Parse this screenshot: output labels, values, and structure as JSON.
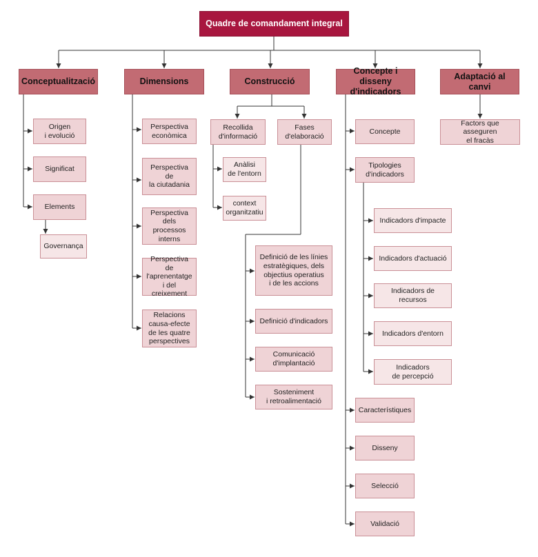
{
  "root": "Quadre de comandament integral",
  "columns": [
    {
      "title": "Conceptualització",
      "items": [
        "Origen\ni evolució",
        "Significat",
        "Elements"
      ],
      "subitem": "Governança"
    },
    {
      "title": "Dimensions",
      "items": [
        "Perspectiva\neconòmica",
        "Perspectiva de\nla ciutadania",
        "Perspectiva\ndels processos\ninterns",
        "Perspectiva de\nl'aprenentatge\ni del\ncreixement",
        "Relacions\ncausa-efecte\nde les quatre\nperspectives"
      ]
    },
    {
      "title": "Construcció",
      "branches": [
        {
          "label": "Recollida\nd'informació",
          "items": [
            "Anàlisi\nde l'entorn",
            "context\norganitzatiu"
          ]
        },
        {
          "label": "Fases\nd'elaboració",
          "items": [
            "Definició de les línies\nestratègiques, dels\nobjectius operatius\ni   de les accions",
            "Definició d'indicadors",
            "Comunicació\nd'implantació",
            "Sosteniment\ni retroalimentació"
          ]
        }
      ]
    },
    {
      "title": "Concepte i disseny\nd'indicadors",
      "items": [
        "Concepte",
        "Tipologies\nd'indicadors",
        "Característiques",
        "Disseny",
        "Selecció",
        "Validació"
      ],
      "typologies": [
        "Indicadors d'impacte",
        "Indicadors d'actuació",
        "Indicadors de recursos",
        "Indicadors d'entorn",
        "Indicadors\nde percepció"
      ]
    },
    {
      "title": "Adaptació al canvi",
      "items": [
        "Factors que asseguren\nel fracàs"
      ]
    }
  ],
  "colors": {
    "root_fill": "#a8163f",
    "head_fill": "#c26b73",
    "item_fill": "#efd3d6",
    "connector": "#333333"
  }
}
